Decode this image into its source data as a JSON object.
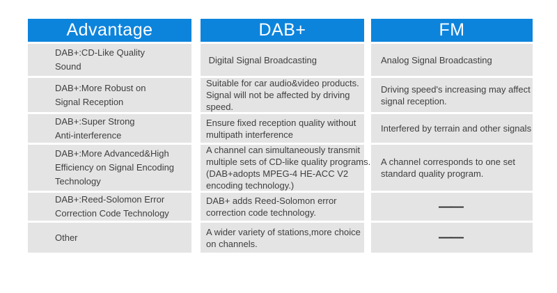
{
  "theme": {
    "header_bg": "#0d84dc",
    "header_text_color": "#ffffff",
    "cell_bg": "#e4e4e4",
    "cell_text_color": "#3e3e3e",
    "page_bg": "#ffffff"
  },
  "table": {
    "columns": [
      {
        "header": "Advantage",
        "cells": [
          "DAB+:CD-Like Quality\nSound",
          "DAB+:More Robust on\nSignal Reception",
          "DAB+:Super Strong\nAnti-interference",
          "DAB+:More Advanced&High\nEfficiency on Signal Encoding\nTechnology",
          "DAB+:Reed-Solomon Error\nCorrection Code Technology",
          "Other"
        ]
      },
      {
        "header": "DAB+",
        "cells": [
          " Digital Signal Broadcasting",
          "Suitable for car audio&video products.\nSignal will not be affected by driving\nspeed.",
          "Ensure fixed reception quality without\nmultipath interference",
          "A channel can simultaneously transmit\nmultiple sets of CD-like quality programs.\n(DAB+adopts MPEG-4 HE-ACC V2\nencoding technology.)",
          "DAB+ adds Reed-Solomon error\ncorrection code technology.",
          "A wider variety of stations,more choice\non channels."
        ]
      },
      {
        "header": "FM",
        "cells": [
          "Analog Signal Broadcasting",
          "Driving speed's increasing may affect\nsignal reception.",
          "Interfered by terrain and other signals",
          "A channel corresponds to one set\nstandard quality program.",
          "——",
          "——"
        ]
      }
    ]
  },
  "chart_data": {
    "type": "table",
    "columns": [
      "Advantage",
      "DAB+",
      "FM"
    ],
    "rows": [
      [
        "DAB+:CD-Like Quality Sound",
        "Digital Signal Broadcasting",
        "Analog Signal Broadcasting"
      ],
      [
        "DAB+:More Robust on Signal Reception",
        "Suitable for car audio&video products. Signal will not be affected by driving speed.",
        "Driving speed's increasing may affect signal reception."
      ],
      [
        "DAB+:Super Strong Anti-interference",
        "Ensure fixed reception quality without multipath interference",
        "Interfered by terrain and other signals"
      ],
      [
        "DAB+:More Advanced&High Efficiency on Signal Encoding Technology",
        "A channel can simultaneously transmit multiple sets of CD-like quality programs. (DAB+adopts MPEG-4 HE-ACC V2 encoding technology.)",
        "A channel corresponds to one set standard quality program."
      ],
      [
        "DAB+:Reed-Solomon Error Correction Code Technology",
        "DAB+ adds Reed-Solomon error correction code technology.",
        "——"
      ],
      [
        "Other",
        "A wider variety of stations,more choice on channels.",
        "——"
      ]
    ],
    "layout": "3 columns with blue headers, light-gray body cells, white gaps between cells"
  }
}
